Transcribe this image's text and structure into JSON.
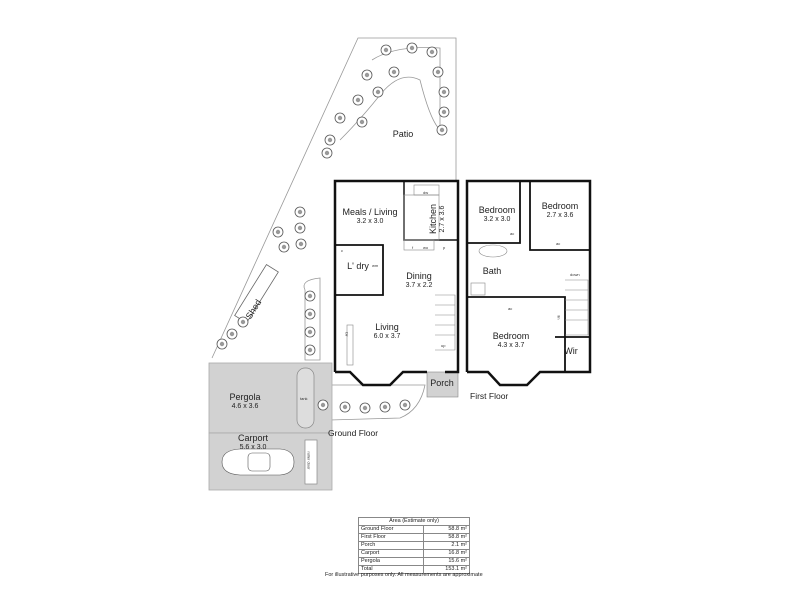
{
  "rooms": {
    "patio": {
      "name": "Patio"
    },
    "meals_living": {
      "name": "Meals / Living",
      "dims": "3.2 x 3.0"
    },
    "kitchen": {
      "name": "Kitchen",
      "dims": "2.7 x 3.6"
    },
    "laundry": {
      "name": "L' dry"
    },
    "dining": {
      "name": "Dining",
      "dims": "3.7 x 2.2"
    },
    "living": {
      "name": "Living",
      "dims": "6.0 x 3.7"
    },
    "porch": {
      "name": "Porch"
    },
    "shed": {
      "name": "Shed"
    },
    "pergola": {
      "name": "Pergola",
      "dims": "4.6 x 3.6"
    },
    "carport": {
      "name": "Carport",
      "dims": "5.6 x 3.0"
    },
    "bedroom1": {
      "name": "Bedroom",
      "dims": "3.2 x 3.0"
    },
    "bedroom2": {
      "name": "Bedroom",
      "dims": "2.7 x 3.6"
    },
    "bath": {
      "name": "Bath"
    },
    "bedroom3": {
      "name": "Bedroom",
      "dims": "4.3 x 3.7"
    },
    "wir": {
      "name": "Wir"
    }
  },
  "fixtures": {
    "dw": "dw",
    "f": "f",
    "wo": "wo",
    "p": "p",
    "wm": "wm",
    "c": "c",
    "up": "up",
    "down": "down",
    "lin": "lin",
    "ac": "ac",
    "bir": "bir",
    "fwd": "fwd",
    "tank": "tank",
    "roller_door": "roller door"
  },
  "floors": {
    "ground": "Ground Floor",
    "first": "First Floor"
  },
  "area_table": {
    "title": "Area (Estimate only)",
    "rows": [
      {
        "label": "Ground Floor",
        "value": "58.8 m²"
      },
      {
        "label": "First Floor",
        "value": "58.8 m²"
      },
      {
        "label": "Porch",
        "value": "2.1 m²"
      },
      {
        "label": "Carport",
        "value": "16.8 m²"
      },
      {
        "label": "Pergola",
        "value": "15.6 m²"
      },
      {
        "label": "Total",
        "value": "153.1 m²"
      }
    ]
  },
  "caption": "For illustrative purposes only. All measurements are approximate"
}
